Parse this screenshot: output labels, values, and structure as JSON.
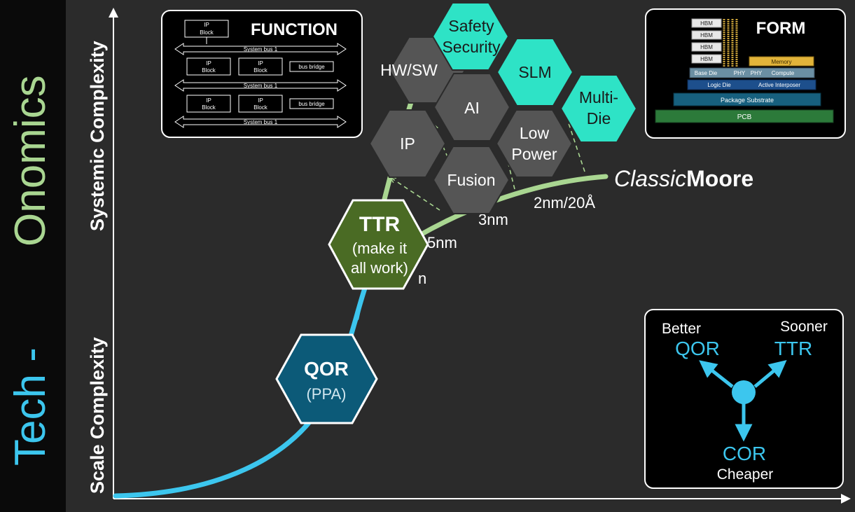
{
  "sidebar": {
    "tech": "Tech -",
    "onomics": "Onomics"
  },
  "axis": {
    "scale": "Scale Complexity",
    "systemic": "Systemic Complexity"
  },
  "curve_labels": {
    "classic_italic": "Classic",
    "classic_bold": "Moore",
    "n2": "2nm/20Å",
    "n3": "3nm",
    "n5": "5nm",
    "n7": "n"
  },
  "hexes": {
    "qor_title": "QOR",
    "qor_sub": "(PPA)",
    "ttr_title": "TTR",
    "ttr_sub1": "(make it",
    "ttr_sub2": "all work)",
    "hwsw": "HW/SW",
    "ip": "IP",
    "ai": "AI",
    "fusion": "Fusion",
    "low1": "Low",
    "low2": "Power",
    "safety1": "Safety",
    "safety2": "Security",
    "slm": "SLM",
    "multi1": "Multi-",
    "multi2": "Die"
  },
  "function_panel": {
    "title": "FUNCTION",
    "ip_block1": "IP",
    "ip_block2": "Block",
    "bus": "System bus 1",
    "bridge": "bus bridge"
  },
  "form_panel": {
    "title": "FORM",
    "hbm": "HBM",
    "memory": "Memory",
    "base_die": "Base Die",
    "phy": "PHY",
    "compute": "Compute",
    "logic_die": "Logic Die",
    "active_interposer": "Active Interposer",
    "substrate": "Package Substrate",
    "pcb": "PCB"
  },
  "tri_panel": {
    "better": "Better",
    "qor": "QOR",
    "sooner": "Sooner",
    "ttr": "TTR",
    "cor": "COR",
    "cheaper": "Cheaper"
  },
  "colors": {
    "cyan": "#3cc6ee",
    "light_green": "#a9d691",
    "teal": "#2ee3c6",
    "qor_fill": "#0c5a78",
    "ttr_fill": "#4a6b24",
    "gray_hex": "#555555"
  }
}
